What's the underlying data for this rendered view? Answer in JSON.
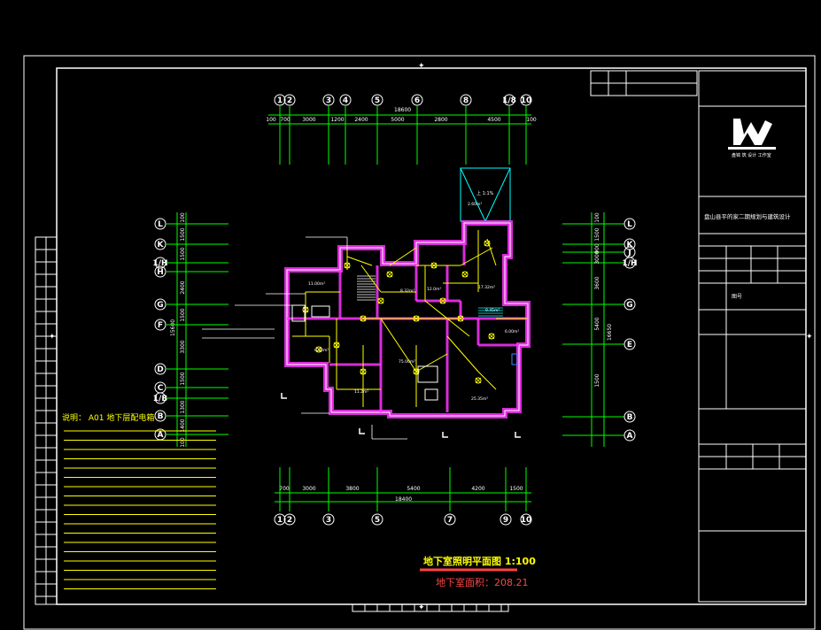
{
  "title_block": {
    "project_name": "盘山县平的家二期规划与建筑设计",
    "field_label": "图号",
    "logo_text": "盘锦 筑 设计 工作室"
  },
  "drawing": {
    "title": "地下室照明平面图 1:100",
    "area_label": "地下室面积：208.21",
    "note": "说明：  A01  地下层配电箱"
  },
  "top_axes": [
    "1",
    "2",
    "3",
    "4",
    "5",
    "6",
    "8",
    "1/8",
    "10"
  ],
  "top_dims": [
    "100",
    "700",
    "3000",
    "1200",
    "2400",
    "5000",
    "2800",
    "4500",
    "100"
  ],
  "top_total": "18600",
  "bottom_axes": [
    "1",
    "2",
    "3",
    "5",
    "7",
    "9",
    "10"
  ],
  "bottom_dims": [
    "700",
    "3000",
    "3800",
    "5400",
    "4200",
    "1500"
  ],
  "bottom_total": "18400",
  "left_axes": [
    "L",
    "K",
    "1/H",
    "H",
    "G",
    "F",
    "D",
    "C",
    "1/B",
    "B",
    "A"
  ],
  "left_dims": [
    "100",
    "1500",
    "1500",
    "2400",
    "1500",
    "3300",
    "1500",
    "1300",
    "1400",
    "100"
  ],
  "left_total": "15600",
  "right_axes": [
    "L",
    "K",
    "J",
    "1/H",
    "G",
    "E",
    "B",
    "A"
  ],
  "right_dims": [
    "100",
    "1500",
    "900",
    "3000",
    "3600",
    "5400",
    "1500"
  ],
  "right_total": "16650",
  "room_labels": [
    "11.00m²",
    "8.32m²",
    "12.0m²",
    "17.32m²",
    "9.45m²",
    "8.24m²",
    "11.2m²",
    "75.00m²",
    "25.35m²",
    "6.00m²",
    "2.60m²"
  ],
  "stair_label": "上 1:1%",
  "colors": {
    "background": "#000000",
    "frame": "#ffffff",
    "grid": "#00ff00",
    "wall": "#ff33ff",
    "wiring": "#ffff00",
    "title": "#ffff00",
    "area": "#ff4444",
    "accent": "#00ffff"
  }
}
